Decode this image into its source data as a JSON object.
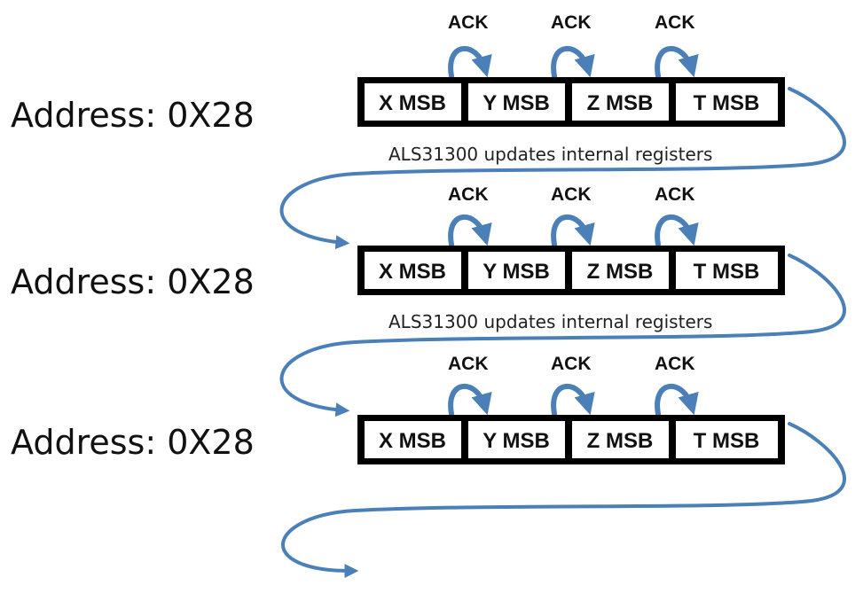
{
  "colors": {
    "arrow": "#4a7fb8",
    "frame": "#000000",
    "cell_fill": "#ffffff",
    "text": "#111111"
  },
  "rows": [
    {
      "address": "Address: 0X28",
      "cells": [
        "X MSB",
        "Y MSB",
        "Z MSB",
        "T MSB"
      ],
      "acks": [
        "ACK",
        "ACK",
        "ACK"
      ],
      "note": "ALS31300 updates internal registers"
    },
    {
      "address": "Address: 0X28",
      "cells": [
        "X MSB",
        "Y MSB",
        "Z MSB",
        "T MSB"
      ],
      "acks": [
        "ACK",
        "ACK",
        "ACK"
      ],
      "note": "ALS31300 updates internal registers"
    },
    {
      "address": "Address: 0X28",
      "cells": [
        "X MSB",
        "Y MSB",
        "Z MSB",
        "T MSB"
      ],
      "acks": [
        "ACK",
        "ACK",
        "ACK"
      ]
    }
  ]
}
